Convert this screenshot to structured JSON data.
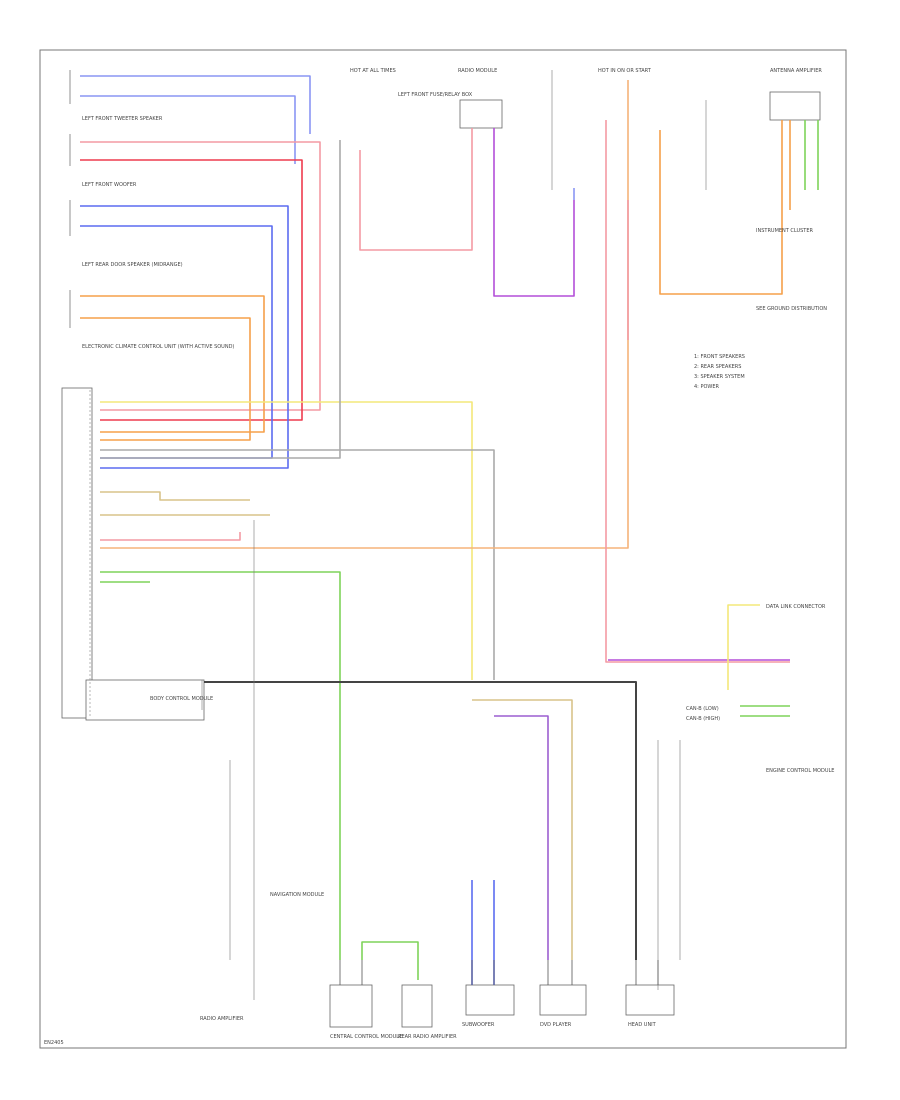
{
  "diagram": {
    "colors": {
      "blue": "#5b6cf0",
      "light_blue": "#8a96f4",
      "red": "#ee3b4e",
      "pink": "#f39aa3",
      "purple": "#b34fd8",
      "orange": "#f5a04a",
      "yellow": "#f3e87a",
      "green": "#7ed35a",
      "gray": "#999999",
      "dark": "#444444",
      "violet": "#9c5fd0",
      "tan": "#d8c38a"
    },
    "left_labels": [
      "LEFT FRONT TWEETER SPEAKER",
      "LEFT FRONT WOOFER",
      "LEFT REAR DOOR SPEAKER (MIDRANGE)",
      "ELECTRONIC CLIMATE CONTROL UNIT (WITH ACTIVE SOUND)"
    ],
    "top_labels": [
      "HOT AT ALL TIMES",
      "LEFT FRONT FUSE/RELAY BOX",
      "HOT IN ON OR START",
      "RADIO MODULE",
      "ANTENNA AMPLIFIER"
    ],
    "right_labels": [
      "DATA LINK CONNECTOR",
      "ENGINE CONTROL MODULE",
      "INSTRUMENT CLUSTER",
      "SEE GROUND DISTRIBUTION",
      "CAN-B (LOW)",
      "CAN-B (HIGH)"
    ],
    "bottom_labels": [
      "CENTRAL CONTROL MODULE",
      "REAR RADIO AMPLIFIER",
      "SUBWOOFER",
      "DVD PLAYER",
      "HEAD UNIT",
      "RADIO AMPLIFIER",
      "NAVIGATION MODULE",
      "BODY CONTROL MODULE"
    ],
    "legend": [
      "1: FRONT SPEAKERS",
      "2: REAR SPEAKERS",
      "3: SPEAKER SYSTEM",
      "4: POWER"
    ],
    "corner_code": "EN2405"
  }
}
